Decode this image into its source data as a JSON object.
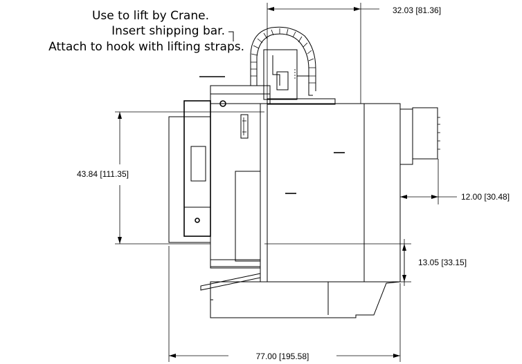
{
  "note": {
    "line1": "Use to lift by Crane.",
    "line2": "Insert shipping bar.",
    "line3": "Attach to hook with lifting straps."
  },
  "dimensions": {
    "top_width": "32.03 [81.36]",
    "height": "43.84 [111.35]",
    "right_offset": "12.00 [30.48]",
    "bottom_offset": "13.05 [33.15]",
    "overall_width": "77.00 [195.58]"
  }
}
